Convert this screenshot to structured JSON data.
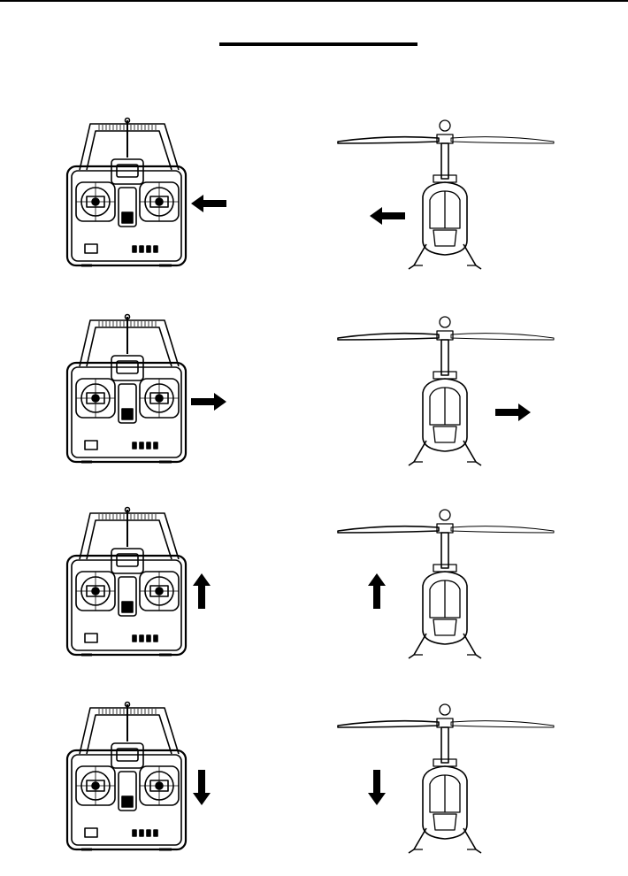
{
  "page": {
    "background": "#ffffff",
    "ink": "#000000"
  },
  "rows": [
    {
      "id": "row-1",
      "transmitter_arrow": "arrow-left-icon",
      "helicopter_arrow": "arrow-left-icon",
      "movement": "left"
    },
    {
      "id": "row-2",
      "transmitter_arrow": "arrow-right-icon",
      "helicopter_arrow": "arrow-right-icon",
      "movement": "right"
    },
    {
      "id": "row-3",
      "transmitter_arrow": "arrow-up-icon",
      "helicopter_arrow": "arrow-up-icon",
      "movement": "up"
    },
    {
      "id": "row-4",
      "transmitter_arrow": "arrow-down-icon",
      "helicopter_arrow": "arrow-down-icon",
      "movement": "down"
    }
  ]
}
